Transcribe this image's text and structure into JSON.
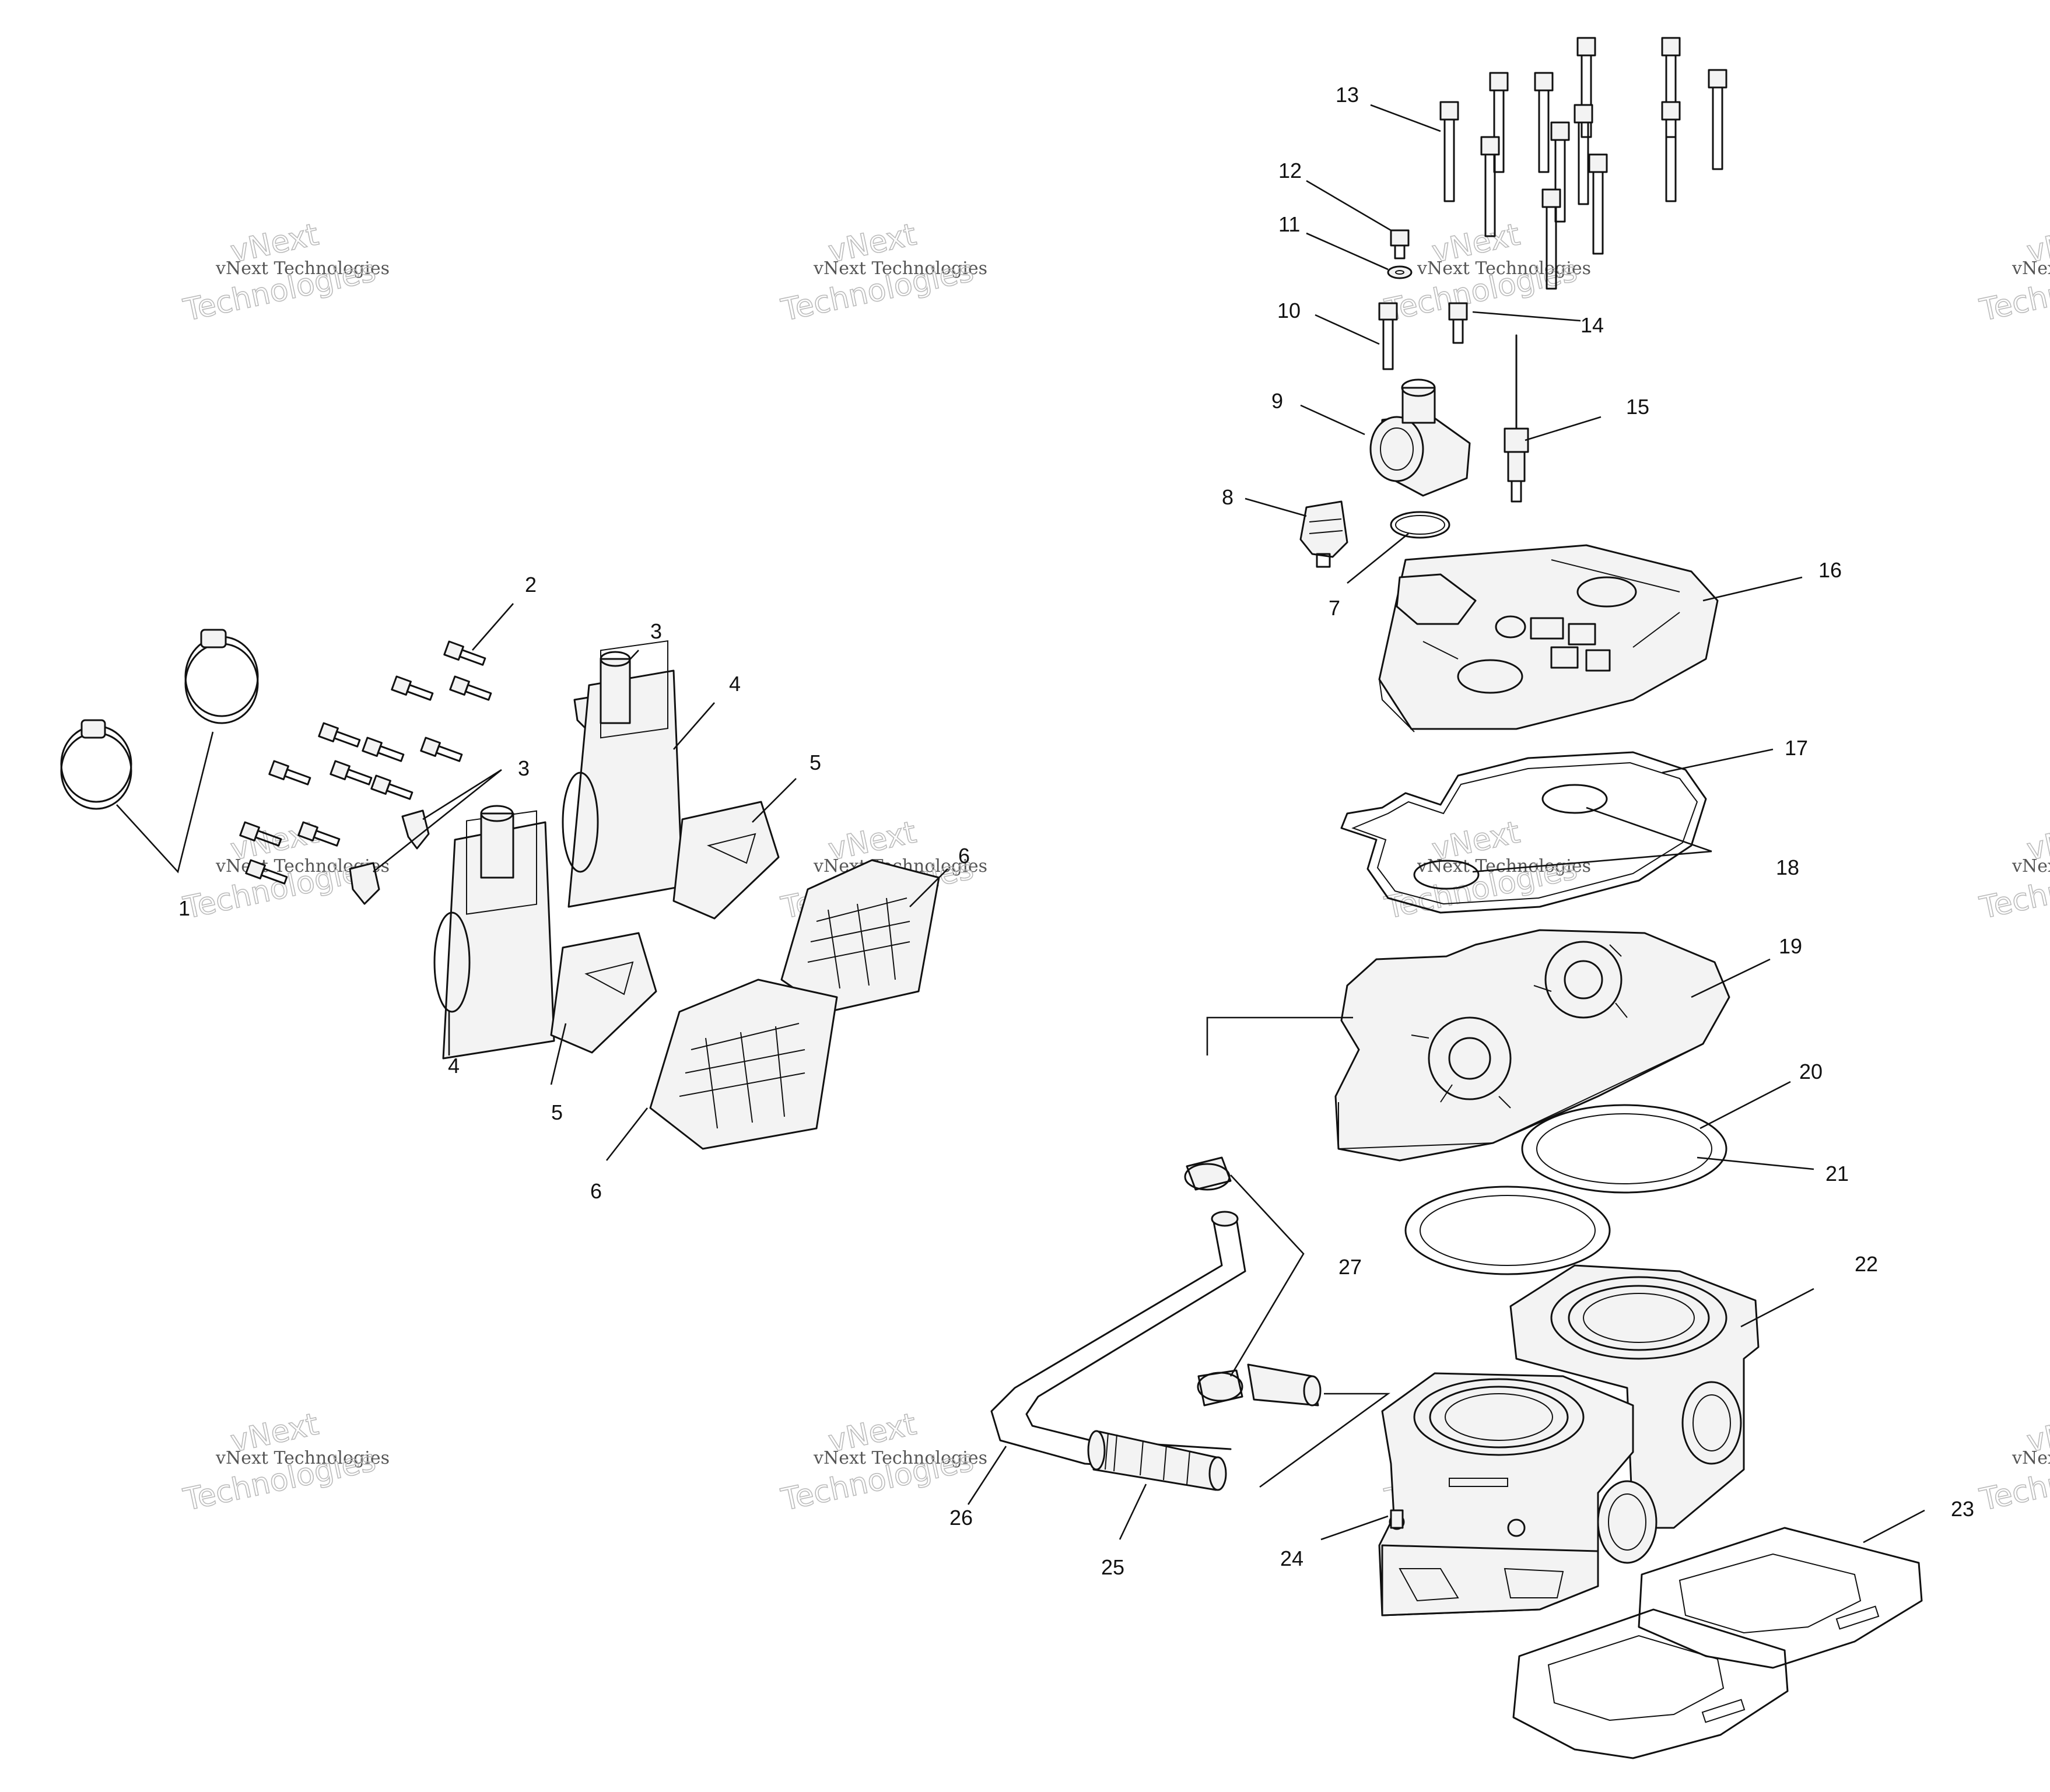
{
  "watermark": {
    "line1": "vNext",
    "line2": "vNext Technologies",
    "line3": "Technologies"
  },
  "callouts": {
    "c1": "1",
    "c2": "2",
    "c3a": "3",
    "c3b": "3",
    "c4a": "4",
    "c4b": "4",
    "c5a": "5",
    "c5b": "5",
    "c6a": "6",
    "c6b": "6",
    "c7": "7",
    "c8": "8",
    "c9": "9",
    "c10": "10",
    "c11": "11",
    "c12": "12",
    "c13": "13",
    "c14": "14",
    "c15": "15",
    "c16": "16",
    "c17": "17",
    "c18": "18",
    "c19": "19",
    "c20": "20",
    "c21": "21",
    "c22": "22",
    "c23": "23",
    "c24": "24",
    "c25": "25",
    "c26": "26",
    "c27": "27"
  }
}
